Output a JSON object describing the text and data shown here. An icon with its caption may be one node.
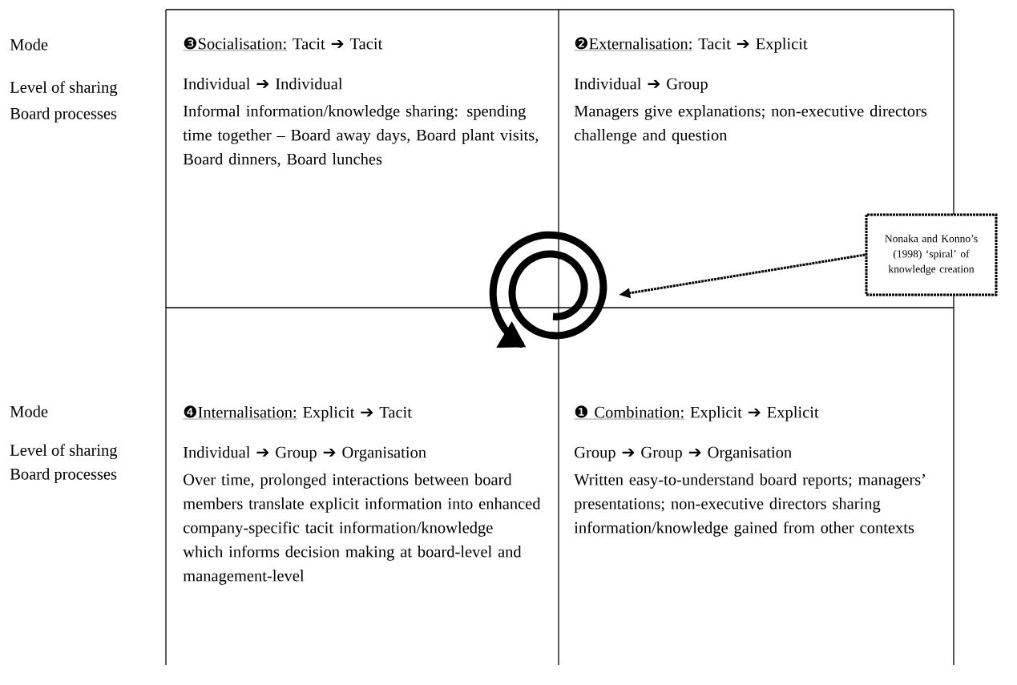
{
  "diagram": {
    "nodes": [
      {
        "text": [
          "❸Socialisation:",
          "Tacit ➔ Tacit",
          "Individual ➔ Individual",
          "Informal information/knowledge sharing: spending time together – Board away days, Board plant visits, Board dinners, Board lunches"
        ]
      },
      {
        "text": [
          "❷Externalisation:",
          "Tacit ➔ Explicit",
          "Individual ➔ Group",
          "Managers give explanations; non-executive directors challenge and question"
        ]
      },
      {
        "text": [
          "❹Internalisation:",
          "Explicit ➔ Tacit",
          "Individual ➔ Group ➔ Organisation",
          "Over time, prolonged interactions between board members translate explicit information into enhanced company-specific tacit information/knowledge which informs decision making at board-level and management-level"
        ]
      },
      {
        "text": [
          "❶ Combination:",
          "Explicit ➔ Explicit",
          "Group ➔ Group ➔ Organisation",
          "Written easy-to-understand board reports; managers’ presentations; non-executive directors sharing information/knowledge gained from other contexts"
        ]
      },
      {
        "text": [],
        "shape": "spiral"
      },
      {
        "text": [
          "Nonaka and Konno’s (1998) ‘spiral’ of knowledge creation"
        ]
      }
    ],
    "edges": [
      {
        "from": 5,
        "to": 4,
        "arrow": "to",
        "style": "dashed"
      }
    ],
    "labels": [
      "Mode",
      "Level of sharing",
      "Board processes",
      "Mode",
      "Level of sharing",
      "Board processes"
    ]
  }
}
